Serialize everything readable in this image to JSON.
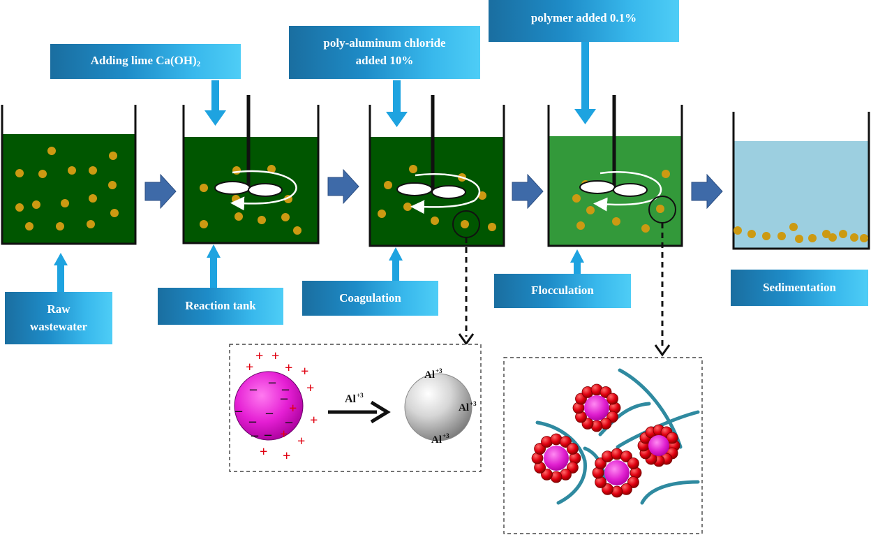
{
  "top_labels": {
    "lime": "Adding lime Ca(OH)",
    "lime_sub": "2",
    "pac_line1": "poly-aluminum chloride",
    "pac_line2": "added 10%",
    "polymer": "polymer added 0.1%"
  },
  "bottom_labels": {
    "raw_line1": "Raw",
    "raw_line2": "wastewater",
    "reaction": "Reaction tank",
    "coagulation": "Coagulation",
    "flocculation": "Flocculation",
    "sedimentation": "Sedimentation"
  },
  "coag_inset": {
    "al": "Al",
    "charge": "+3",
    "plus": "+",
    "minus": "–"
  },
  "colors": {
    "dark_green": "#005600",
    "light_green": "#33993a",
    "settled_water": "#9ccfe0",
    "particle": "#cc9a12",
    "arrow_blue": "#3e6aa8",
    "label_blue": "#1e8cc8",
    "polymer_chain": "#2f8aa0",
    "colloid_pink": "#e020d0",
    "floc_red": "#e00010"
  }
}
